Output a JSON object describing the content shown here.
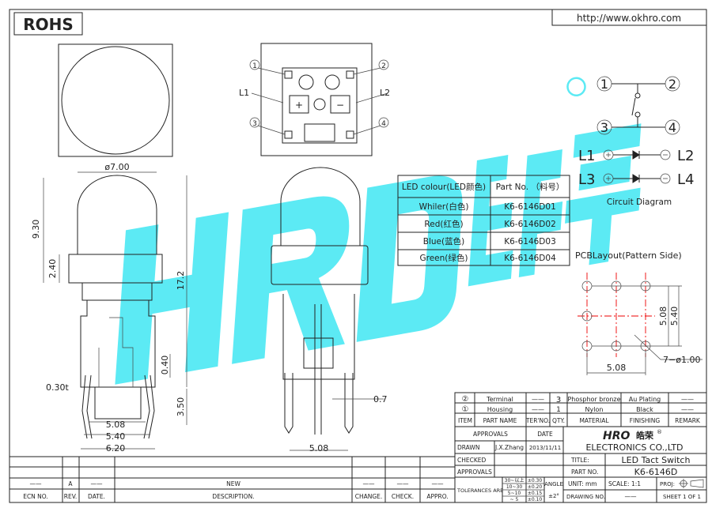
{
  "header": {
    "rohs": "ROHS",
    "url": "http://www.okhro.com"
  },
  "watermark": {
    "brand": "HRO",
    "chinese": "皓荣",
    "registered": "®",
    "color": "#3fe6f2"
  },
  "top_view": {
    "pins": [
      "1",
      "2",
      "3",
      "4"
    ],
    "led_labels": [
      "L1",
      "L2"
    ],
    "plus": "+",
    "minus": "−"
  },
  "side_view": {
    "dims": {
      "dia": "ø7.00",
      "h1": "9.30",
      "h2": "2.40",
      "total": "17.2",
      "d040": "0.40",
      "d350": "3.50",
      "t030": "0.30t",
      "w508": "5.08",
      "w540": "5.40",
      "w620": "6.20"
    }
  },
  "front_view": {
    "dims": {
      "pin": "0.7",
      "pitch": "5.08"
    }
  },
  "led_table": {
    "headers": [
      "LED colour(LED颜色)",
      "Part No. （料号）"
    ],
    "rows": [
      [
        "Whiler(白色)",
        "K6-6146D01"
      ],
      [
        "Red(红色)",
        "K6-6146D02"
      ],
      [
        "Blue(蓝色)",
        "K6-6146D03"
      ],
      [
        "Green(绿色)",
        "K6-6146D04"
      ]
    ]
  },
  "circuit": {
    "pins": [
      "1",
      "2",
      "3",
      "4"
    ],
    "l1": "L1",
    "l2": "L2",
    "l3": "L3",
    "l4": "L4",
    "caption": "Circuit Diagram"
  },
  "pcb": {
    "title": "PCBLayout(Pattern Side)",
    "dim_h": "5.08",
    "dim_v1": "5.08",
    "dim_v2": "5.40",
    "holes": "7−ø1.00"
  },
  "bom": {
    "rows": [
      {
        "item": "②",
        "name": "Terminal",
        "ter": "——",
        "qty": "3",
        "material": "Phosphor bronze",
        "finishing": "Au Plating",
        "remark": "——"
      },
      {
        "item": "①",
        "name": "Housing",
        "ter": "——",
        "qty": "1",
        "material": "Nylon",
        "finishing": "Black",
        "remark": "——"
      }
    ],
    "headers": {
      "item": "ITEM",
      "name": "PART NAME",
      "ter": "TER'NO.",
      "qty": "QTY.",
      "material": "MATERIAL",
      "finishing": "FINISHING",
      "remark": "REMARK"
    }
  },
  "title_block": {
    "approvals": "APPROVALS",
    "date": "DATE",
    "drawn": "DRAWN",
    "drawn_by": "J.X.Zhang",
    "drawn_date": "2013/11/11",
    "checked": "CHECKED",
    "approvals2": "APPROVALS",
    "company": "ELECTRONICS CO.,LTD",
    "title_label": "TITLE:",
    "title": "LED Tact Switch",
    "part_label": "PART NO.",
    "part": "K6-6146D",
    "tolerances": "TOLERANCES ARE",
    "tol_ranges": [
      "30~以上",
      "10~30",
      "5~10",
      "~ 5"
    ],
    "tol_values": [
      "±0.30",
      "±0.20",
      "±0.15",
      "±0.10"
    ],
    "angle": "ANGLE",
    "angle_value": "±2°",
    "unit": "UNIT: mm",
    "scale": "SCALE: 1:1",
    "proj": "PROJ:",
    "drawing_no": "DRAWING NO.",
    "drawing_no_value": "——",
    "sheet": "SHEET 1 OF 1"
  },
  "revision": {
    "ecn": "——",
    "rev": "A",
    "date": "——",
    "desc": "NEW",
    "change": "——",
    "check": "——",
    "appro": "——",
    "headers": [
      "ECN NO.",
      "REV.",
      "DATE.",
      "DESCRIPTION.",
      "CHANGE.",
      "CHECK.",
      "APPRO."
    ]
  }
}
